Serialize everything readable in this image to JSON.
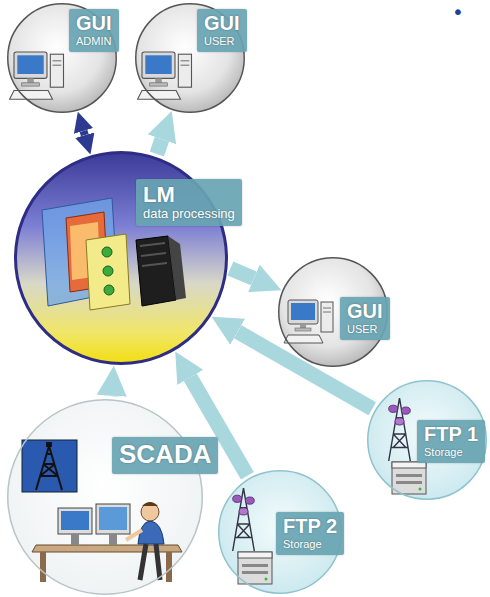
{
  "diagram": {
    "nodes": [
      {
        "text": [
          "GUI",
          "ADMIN"
        ]
      },
      {
        "text": [
          "GUI",
          "USER"
        ]
      },
      {
        "text": [
          "LM",
          "data processing"
        ]
      },
      {
        "text": [
          "GUI",
          "USER"
        ]
      },
      {
        "text": [
          "FTP 1",
          "Storage"
        ]
      },
      {
        "text": [
          "SCADA"
        ]
      },
      {
        "text": [
          "FTP 2",
          "Storage"
        ]
      }
    ],
    "edges": [
      {
        "from": 2,
        "to": 0,
        "arrow": "both"
      },
      {
        "from": 2,
        "to": 1,
        "arrow": "to"
      },
      {
        "from": 2,
        "to": 3,
        "arrow": "to"
      },
      {
        "from": 5,
        "to": 2,
        "arrow": "to"
      },
      {
        "from": 6,
        "to": 2,
        "arrow": "to"
      },
      {
        "from": 4,
        "to": 2,
        "arrow": "to"
      }
    ],
    "labels": [
      "•"
    ]
  }
}
